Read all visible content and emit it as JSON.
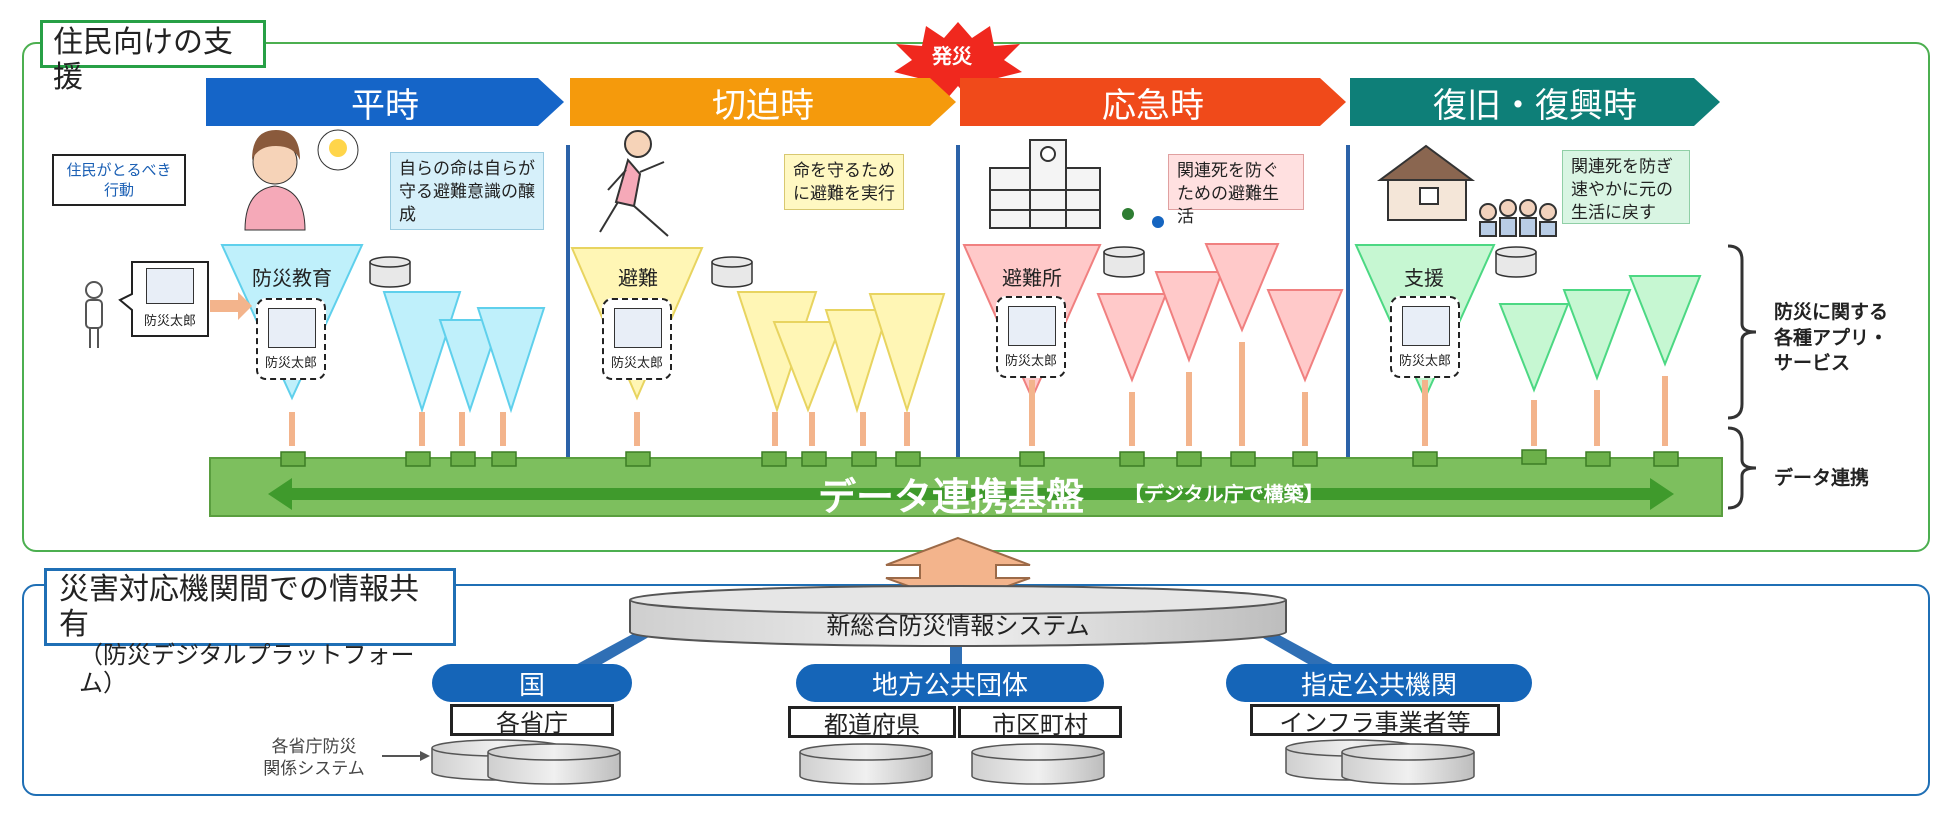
{
  "resident_support": {
    "title": "住民向けの支援",
    "disaster_burst": "発災",
    "resident_action_label": "住民がとるべき\n行動",
    "phases": [
      {
        "label": "平時",
        "color": "#1565c8"
      },
      {
        "label": "切迫時",
        "color": "#f59a0c"
      },
      {
        "label": "応急時",
        "color": "#f04a1a"
      },
      {
        "label": "復旧・復興時",
        "color": "#0e7f78"
      }
    ],
    "notes": [
      "自らの命は自らが守る避難意識の醸成",
      "命を守るために避難を実行",
      "関連死を防ぐための避難生活",
      "関連死を防ぎ速やかに元の生活に戻す"
    ],
    "services": [
      "防災教育",
      "避難",
      "避難所",
      "支援"
    ],
    "persona_name": "防災太郎",
    "platform_title": "データ連携基盤",
    "platform_note": "【デジタル庁で構築】",
    "bracket_apps": "防災に関する\n各種アプリ・\nサービス",
    "bracket_data": "データ連携"
  },
  "agency_sharing": {
    "title": "災害対応機関間での情報共有",
    "subtitle": "（防災デジタルプラットフォーム）",
    "system_name": "新総合防災情報システム",
    "groups": [
      {
        "name": "国",
        "members": [
          "各省庁"
        ]
      },
      {
        "name": "地方公共団体",
        "members": [
          "都道府県",
          "市区町村"
        ]
      },
      {
        "name": "指定公共機関",
        "members": [
          "インフラ事業者等"
        ]
      }
    ],
    "legacy_label": "各省庁防災\n関係システム"
  },
  "colors": {
    "green_border": "#4caf50",
    "blue_border": "#1f6fb5",
    "triangle_blue": "#bff0fb",
    "triangle_yellow": "#fff6b5",
    "triangle_pink": "#ffc9c9",
    "triangle_green": "#c6f7d2",
    "arrow_orange": "#f3b48c",
    "platform_green": "#7dbf5e"
  }
}
